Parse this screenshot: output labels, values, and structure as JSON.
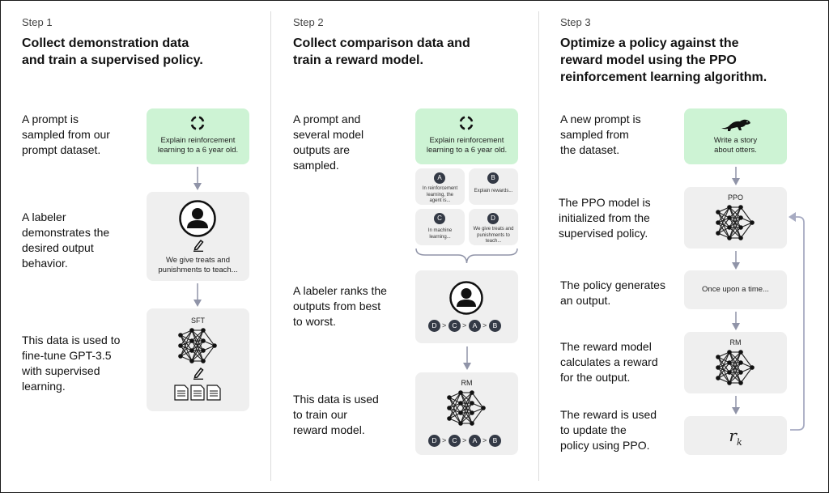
{
  "step1": {
    "label": "Step 1",
    "title_line1": "Collect demonstration data",
    "title_line2": "and train a supervised policy.",
    "desc1": [
      "A prompt is",
      "sampled from our",
      "prompt dataset."
    ],
    "desc2": [
      "A labeler",
      "demonstrates the",
      "desired output",
      "behavior."
    ],
    "desc3": [
      "This data is used to",
      "fine-tune GPT-3.5",
      "with supervised",
      "learning."
    ],
    "prompt_box": [
      "Explain reinforcement",
      "learning to a 6 year old."
    ],
    "labeler_box": [
      "We give treats and",
      "punishments to teach..."
    ],
    "model_label": "SFT"
  },
  "step2": {
    "label": "Step 2",
    "title_line1": "Collect comparison data and",
    "title_line2": "train a reward model.",
    "desc1": [
      "A prompt and",
      "several model",
      "outputs are",
      "sampled."
    ],
    "desc2": [
      "A labeler ranks the",
      "outputs from best",
      "to worst."
    ],
    "desc3": [
      "This data is used",
      "to train our",
      "reward model."
    ],
    "prompt_box": [
      "Explain reinforcement",
      "learning to a 6 year old."
    ],
    "outputs": [
      {
        "letter": "A",
        "text": [
          "In reinforcement",
          "learning, the",
          "agent is..."
        ]
      },
      {
        "letter": "B",
        "text": [
          "Explain rewards..."
        ]
      },
      {
        "letter": "C",
        "text": [
          "In machine",
          "learning..."
        ]
      },
      {
        "letter": "D",
        "text": [
          "We give treats and",
          "punishments to",
          "teach..."
        ]
      }
    ],
    "ranking": [
      "D",
      "C",
      "A",
      "B"
    ],
    "gt": ">",
    "model_label": "RM"
  },
  "step3": {
    "label": "Step 3",
    "title_line1": "Optimize a policy against the",
    "title_line2": "reward model using the PPO",
    "title_line3": "reinforcement learning algorithm.",
    "desc1": [
      "A new prompt is",
      "sampled from",
      "the dataset."
    ],
    "desc2": [
      "The PPO model is",
      "initialized from the",
      "supervised policy."
    ],
    "desc3": [
      "The policy generates",
      "an output."
    ],
    "desc4": [
      "The reward model",
      "calculates a reward",
      "for the output."
    ],
    "desc5": [
      "The reward is used",
      "to update the",
      "policy using PPO."
    ],
    "prompt_box": [
      "Write a story",
      "about otters."
    ],
    "ppo_label": "PPO",
    "output_text": "Once upon a time...",
    "rm_label": "RM",
    "reward_symbol": "r",
    "reward_sub": "k"
  },
  "colors": {
    "green_box": "#cdf3d4",
    "gray_box": "#efefef",
    "dark": "#343a46",
    "arrow": "#9094a8",
    "loop_arrow": "#a7abc2"
  },
  "icons": [
    "cycle-icon",
    "person-icon",
    "pencil-icon",
    "neural-network-icon",
    "document-icon",
    "otter-icon",
    "brace-icon",
    "arrow-down-icon",
    "loop-arrow-icon"
  ]
}
